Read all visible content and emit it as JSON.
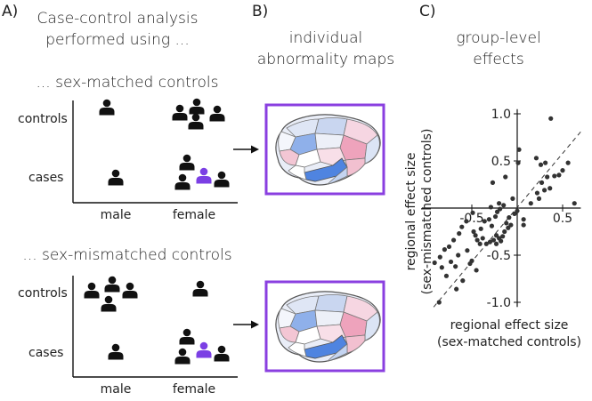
{
  "panel_a": {
    "label": "A)",
    "title_line1": "Case-control analysis",
    "title_line2": "performed using ...",
    "section1_title": "... sex-matched controls",
    "section2_title": "... sex-mismatched controls",
    "row_controls": "controls",
    "row_cases": "cases",
    "col_male": "male",
    "col_female": "female"
  },
  "panel_b": {
    "label": "B)",
    "title_line1": "individual",
    "title_line2": "abnormality maps"
  },
  "panel_c": {
    "label": "C)",
    "title_line1": "group-level",
    "title_line2": "effects"
  },
  "colors": {
    "highlight_person": "#7b3fe4",
    "frame": "#8a3fe0",
    "person": "#111111"
  },
  "icons": {
    "person": "person-icon",
    "arrow": "right-arrow-icon",
    "brain": "brain-map"
  },
  "chart_data": {
    "type": "scatter",
    "xlabel_line1": "regional effect size",
    "xlabel_line2": "(sex-matched controls)",
    "ylabel_line1": "regional effect size",
    "ylabel_line2": "(sex-mismatched controls)",
    "xlim": [
      -1.05,
      0.7
    ],
    "ylim": [
      -1.05,
      1.05
    ],
    "x_ticks": [
      {
        "v": -0.5,
        "t": "-0.5"
      },
      {
        "v": 0.5,
        "t": "0.5"
      }
    ],
    "y_ticks": [
      {
        "v": 1.0,
        "t": "1.0"
      },
      {
        "v": 0.5,
        "t": "0.5"
      },
      {
        "v": -0.5,
        "t": "-0.5"
      },
      {
        "v": -1.0,
        "t": "-1.0"
      }
    ],
    "reference_line": "y = x (dashed)",
    "points": [
      [
        0.37,
        0.95
      ],
      [
        0.02,
        0.62
      ],
      [
        0.01,
        0.48
      ],
      [
        0.21,
        0.53
      ],
      [
        0.26,
        0.46
      ],
      [
        0.31,
        0.48
      ],
      [
        0.56,
        0.48
      ],
      [
        0.5,
        0.4
      ],
      [
        0.46,
        0.35
      ],
      [
        0.41,
        0.34
      ],
      [
        0.33,
        0.33
      ],
      [
        0.27,
        0.27
      ],
      [
        0.36,
        0.21
      ],
      [
        0.3,
        0.19
      ],
      [
        0.22,
        0.16
      ],
      [
        0.24,
        0.1
      ],
      [
        0.15,
        0.05
      ],
      [
        0.63,
        0.05
      ],
      [
        -0.05,
        0.1
      ],
      [
        0.0,
        -0.03
      ],
      [
        -0.03,
        -0.06
      ],
      [
        0.07,
        -0.12
      ],
      [
        0.07,
        -0.18
      ],
      [
        -0.09,
        -0.1
      ],
      [
        -0.12,
        -0.16
      ],
      [
        -0.07,
        -0.18
      ],
      [
        -0.1,
        -0.21
      ],
      [
        -0.14,
        -0.25
      ],
      [
        -0.16,
        -0.3
      ],
      [
        -0.18,
        -0.35
      ],
      [
        -0.2,
        -0.32
      ],
      [
        -0.23,
        -0.29
      ],
      [
        -0.23,
        -0.38
      ],
      [
        -0.26,
        -0.34
      ],
      [
        -0.3,
        -0.36
      ],
      [
        -0.34,
        -0.38
      ],
      [
        -0.38,
        -0.32
      ],
      [
        -0.41,
        -0.38
      ],
      [
        -0.44,
        -0.34
      ],
      [
        -0.46,
        -0.29
      ],
      [
        -0.48,
        -0.25
      ],
      [
        -0.4,
        -0.22
      ],
      [
        -0.36,
        -0.14
      ],
      [
        -0.31,
        -0.12
      ],
      [
        -0.28,
        -0.19
      ],
      [
        -0.24,
        -0.09
      ],
      [
        -0.22,
        -0.04
      ],
      [
        -0.19,
        -0.01
      ],
      [
        -0.15,
        0.03
      ],
      [
        -0.2,
        0.05
      ],
      [
        -0.29,
        0.01
      ],
      [
        -0.49,
        -0.05
      ],
      [
        -0.56,
        -0.14
      ],
      [
        -0.61,
        -0.2
      ],
      [
        -0.64,
        -0.27
      ],
      [
        -0.7,
        -0.34
      ],
      [
        -0.75,
        -0.41
      ],
      [
        -0.8,
        -0.44
      ],
      [
        -0.85,
        -0.52
      ],
      [
        -0.91,
        -0.58
      ],
      [
        -0.83,
        -0.63
      ],
      [
        -0.73,
        -0.57
      ],
      [
        -0.65,
        -0.5
      ],
      [
        -0.55,
        -0.45
      ],
      [
        -0.5,
        -0.56
      ],
      [
        -0.45,
        -0.66
      ],
      [
        -0.6,
        -0.77
      ],
      [
        -0.67,
        -0.86
      ],
      [
        -0.86,
        -1.0
      ],
      [
        -0.78,
        -0.72
      ],
      [
        -0.68,
        -0.62
      ],
      [
        -0.52,
        -0.59
      ],
      [
        -0.27,
        0.27
      ],
      [
        -0.13,
        0.33
      ]
    ]
  }
}
